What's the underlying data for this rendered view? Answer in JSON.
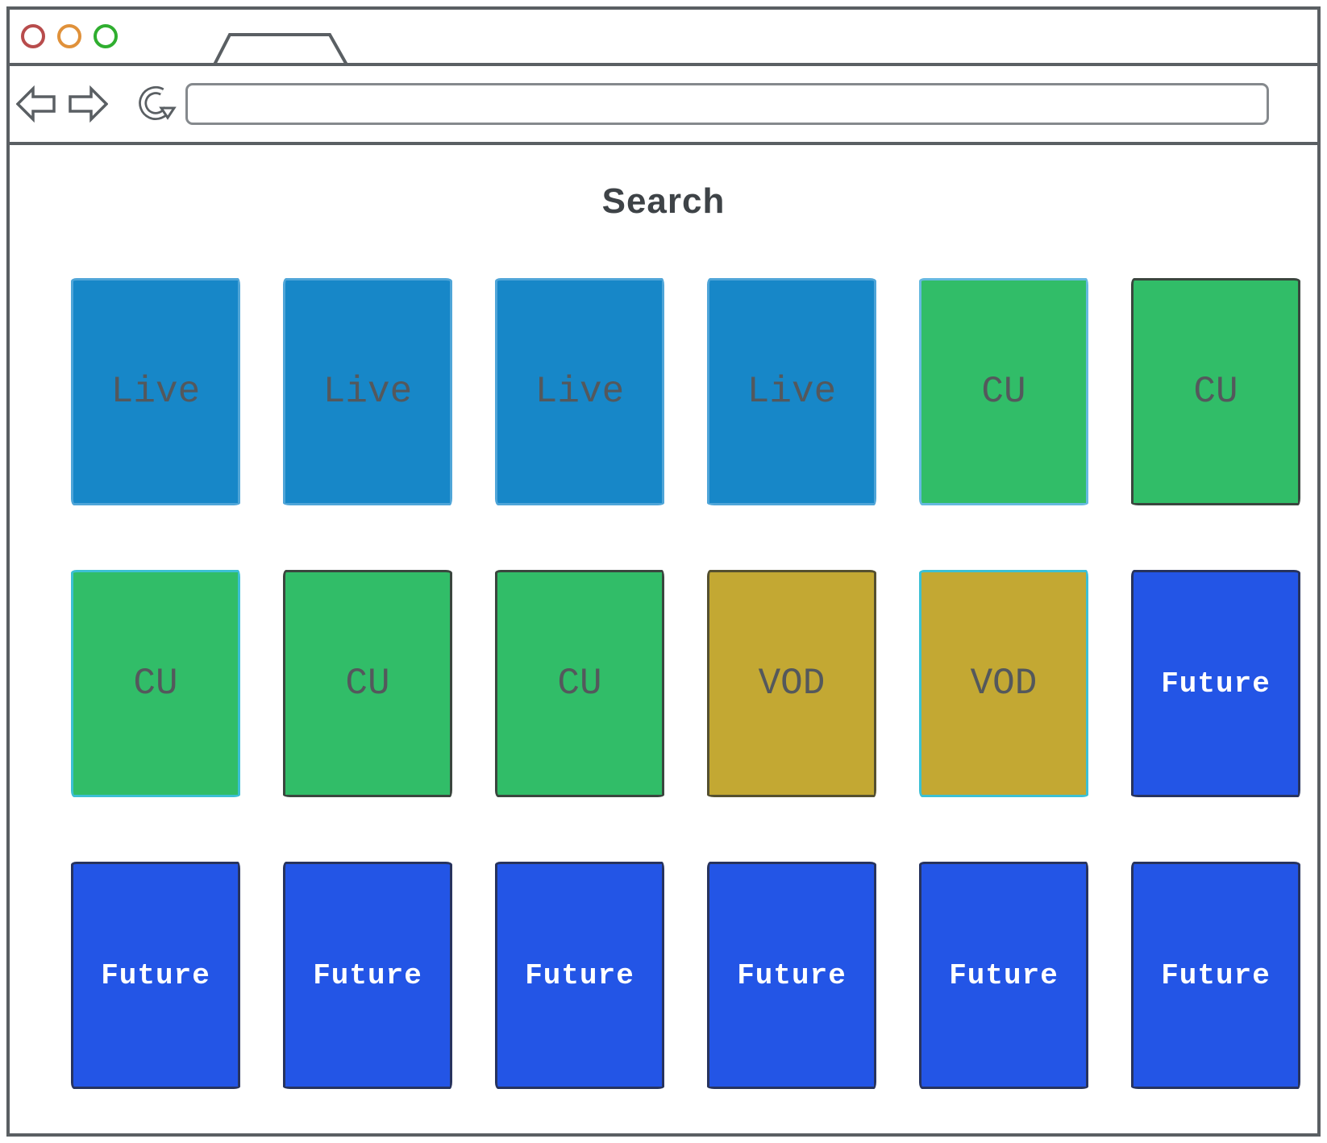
{
  "browser": {
    "traffic_lights": [
      {
        "name": "close",
        "color": "#b84c4c"
      },
      {
        "name": "minimize",
        "color": "#e0913a"
      },
      {
        "name": "maximize",
        "color": "#2fae2f"
      }
    ],
    "address": {
      "value": "",
      "placeholder": ""
    }
  },
  "page": {
    "title": "Search",
    "grid": {
      "rows": 3,
      "columns": 6,
      "cards": [
        {
          "label": "Live",
          "type": "live",
          "bg": "#1787c8",
          "border": "#4fa5d8",
          "text": "#54585c"
        },
        {
          "label": "Live",
          "type": "live",
          "bg": "#1787c8",
          "border": "#4fa5d8",
          "text": "#54585c"
        },
        {
          "label": "Live",
          "type": "live",
          "bg": "#1787c8",
          "border": "#4fa5d8",
          "text": "#54585c"
        },
        {
          "label": "Live",
          "type": "live",
          "bg": "#1787c8",
          "border": "#4fa5d8",
          "text": "#54585c"
        },
        {
          "label": "CU",
          "type": "cu",
          "bg": "#31bd68",
          "border": "#66b9e0",
          "text": "#54585c"
        },
        {
          "label": "CU",
          "type": "cu",
          "bg": "#31bd68",
          "border": "#3a463e",
          "text": "#54585c"
        },
        {
          "label": "CU",
          "type": "cu",
          "bg": "#31bd68",
          "border": "#3cc0d4",
          "text": "#54585c"
        },
        {
          "label": "CU",
          "type": "cu",
          "bg": "#31bd68",
          "border": "#3a463e",
          "text": "#54585c"
        },
        {
          "label": "CU",
          "type": "cu",
          "bg": "#31bd68",
          "border": "#3a463e",
          "text": "#54585c"
        },
        {
          "label": "VOD",
          "type": "vod",
          "bg": "#c3a833",
          "border": "#55502f",
          "text": "#54585c"
        },
        {
          "label": "VOD",
          "type": "vod",
          "bg": "#c3a833",
          "border": "#3cc0d4",
          "text": "#54585c"
        },
        {
          "label": "Future",
          "type": "future",
          "bg": "#2355e6",
          "border": "#27335e",
          "text": "#ffffff"
        },
        {
          "label": "Future",
          "type": "future",
          "bg": "#2355e6",
          "border": "#27335e",
          "text": "#ffffff"
        },
        {
          "label": "Future",
          "type": "future",
          "bg": "#2355e6",
          "border": "#27335e",
          "text": "#ffffff"
        },
        {
          "label": "Future",
          "type": "future",
          "bg": "#2355e6",
          "border": "#27335e",
          "text": "#ffffff"
        },
        {
          "label": "Future",
          "type": "future",
          "bg": "#2355e6",
          "border": "#27335e",
          "text": "#ffffff"
        },
        {
          "label": "Future",
          "type": "future",
          "bg": "#2355e6",
          "border": "#27335e",
          "text": "#ffffff"
        },
        {
          "label": "Future",
          "type": "future",
          "bg": "#2355e6",
          "border": "#27335e",
          "text": "#ffffff"
        }
      ]
    }
  },
  "frame_color": "#5a5f63"
}
